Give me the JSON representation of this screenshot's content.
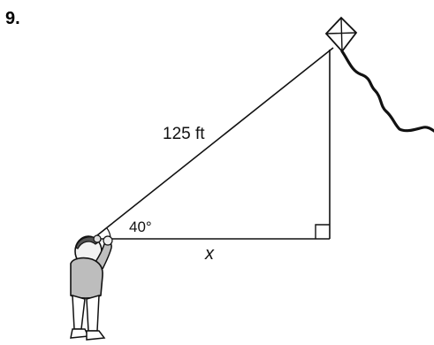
{
  "problem": {
    "number": "9."
  },
  "diagram": {
    "hypotenuse_label": "125 ft",
    "angle_label": "40°",
    "base_label": "x",
    "right_angle_marked": true,
    "stroke_color": "#111111"
  }
}
